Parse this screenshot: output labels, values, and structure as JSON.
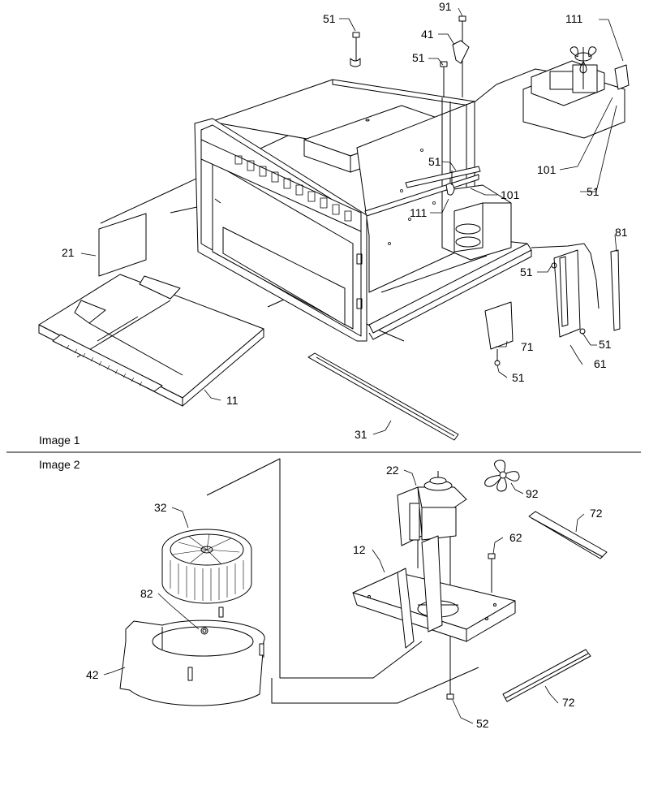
{
  "sections": [
    {
      "caption": "Image 1"
    },
    {
      "caption": "Image 2"
    }
  ],
  "callouts": {
    "c51a": "51",
    "c91": "91",
    "c41": "41",
    "c51b": "51",
    "c111a": "111",
    "c101a": "101",
    "c51c": "51",
    "c51d": "51",
    "c101b": "101",
    "c111b": "111",
    "c81": "81",
    "c21": "21",
    "c51e": "51",
    "c51f": "51",
    "c71": "71",
    "c61": "61",
    "c51g": "51",
    "c11": "11",
    "c31": "31",
    "c22": "22",
    "c92": "92",
    "c32": "32",
    "c72a": "72",
    "c62": "62",
    "c12": "12",
    "c82": "82",
    "c42": "42",
    "c72b": "72",
    "c52": "52"
  }
}
